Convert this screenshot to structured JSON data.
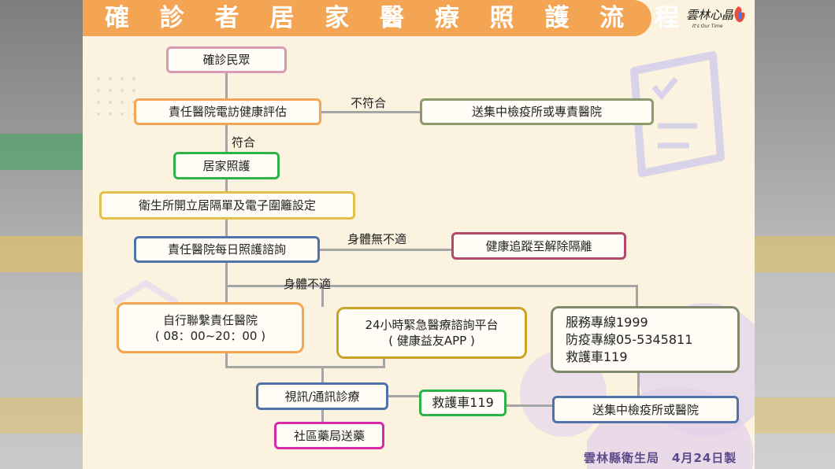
{
  "title": "確 診 者 居 家 醫 療 照 護 流 程",
  "logo": {
    "text": "雲林心晶",
    "subtext": "It's Our Time"
  },
  "boxes": {
    "confirmed": "確診民眾",
    "hospital_assessment": "責任醫院電訪健康評估",
    "send_quarantine_hospital": "送集中檢疫所或專責醫院",
    "home_care": "居家照護",
    "health_center": "衛生所開立居隔單及電子圍籬設定",
    "daily_consult": "責任醫院每日照護諮詢",
    "health_tracking": "健康追蹤至解除隔離",
    "self_contact_line1": "自行聯繫責任醫院",
    "self_contact_line2": "( 08：00~20：00 )",
    "platform_line1": "24小時緊急醫療諮詢平台",
    "platform_line2": "( 健康益友APP )",
    "hotline_line1": "服務專線1999",
    "hotline_line2": "防疫專線05-5345811",
    "hotline_line3": "救護車119",
    "video_consult": "視訊/通訊診療",
    "ambulance": "救護車119",
    "send_quarantine_or_hospital": "送集中檢疫所或醫院",
    "pharmacy": "社區藥局送藥"
  },
  "labels": {
    "not_eligible": "不符合",
    "eligible": "符合",
    "no_discomfort": "身體無不適",
    "discomfort": "身體不適"
  },
  "footer": "雲林縣衛生局　4月24日製",
  "colors": {
    "title_bg": "#f4a553",
    "pink": "#d89bb3",
    "orange": "#f4a553",
    "olive": "#8a9a6a",
    "green": "#2eb34a",
    "gold": "#e3c04a",
    "blue": "#4f73a8",
    "maroon": "#b04a6c",
    "brown_gold": "#c9a227",
    "gray_green": "#7f8a6b",
    "magenta": "#d62ba8"
  }
}
